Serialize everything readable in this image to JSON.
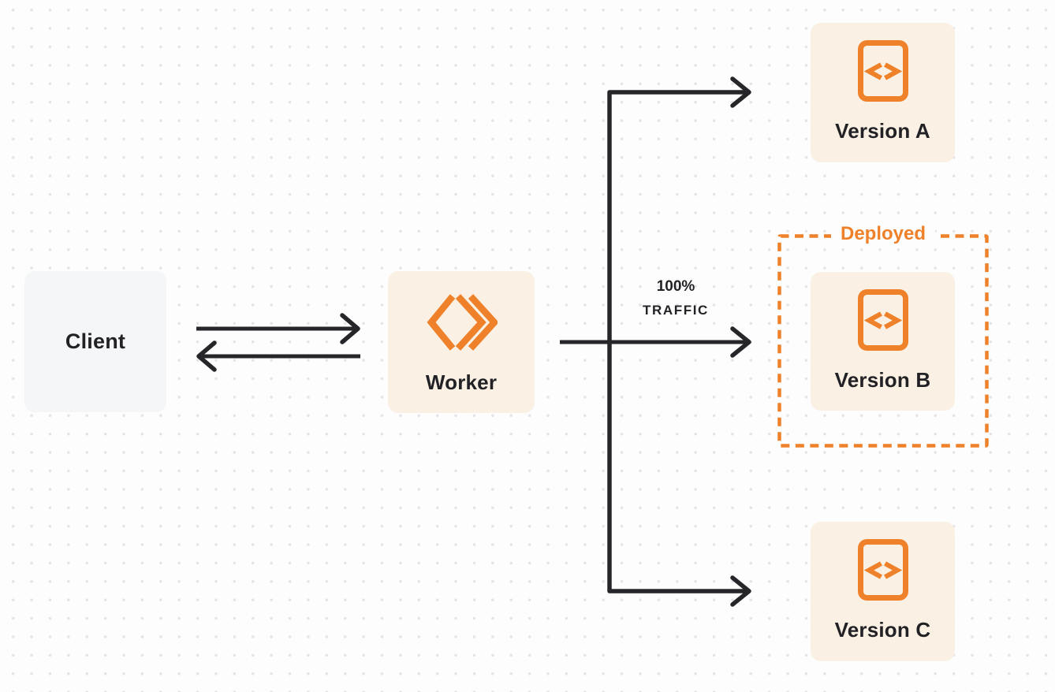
{
  "colors": {
    "background": "#fdfdfd",
    "dot": "#e4e4e6",
    "accent": "#ee8129",
    "cream": "#faf1e4",
    "client_bg": "#f5f6f7",
    "line": "#26262a",
    "text": "#222226"
  },
  "nodes": {
    "client": {
      "label": "Client"
    },
    "worker": {
      "label": "Worker",
      "icon": "cloudflare-workers-logo"
    },
    "version_a": {
      "label": "Version A",
      "icon": "code-file-icon"
    },
    "version_b": {
      "label": "Version B",
      "icon": "code-file-icon"
    },
    "version_c": {
      "label": "Version C",
      "icon": "code-file-icon"
    }
  },
  "edges": {
    "client_worker": "bidirectional",
    "traffic_label": {
      "line1": "100%",
      "line2": "TRAFFIC"
    }
  },
  "deployed": {
    "label": "Deployed"
  }
}
